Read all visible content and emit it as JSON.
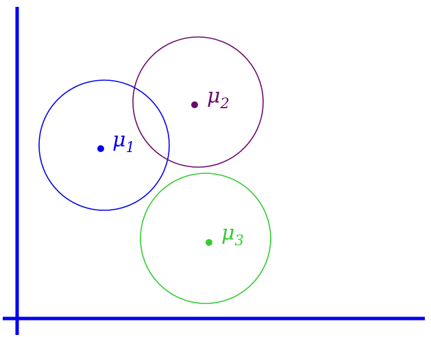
{
  "colors": {
    "background": "#ffffff",
    "axes": "#0000ee",
    "cluster_1": "#0000ee",
    "cluster_2": "#6b0a6b",
    "cluster_3": "#33cc33"
  },
  "clusters": [
    {
      "id": "cluster-1",
      "symbol": "μ",
      "subscript": "1",
      "color_key": "cluster_1"
    },
    {
      "id": "cluster-2",
      "symbol": "μ",
      "subscript": "2",
      "color_key": "cluster_2"
    },
    {
      "id": "cluster-3",
      "symbol": "μ",
      "subscript": "3",
      "color_key": "cluster_3"
    }
  ]
}
